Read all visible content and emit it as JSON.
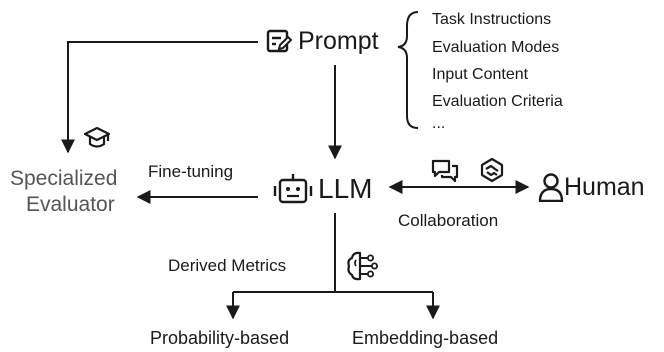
{
  "prompt": {
    "label": "Prompt",
    "icon": "edit-note-icon",
    "components": [
      "Task Instructions",
      "Evaluation Modes",
      "Input Content",
      "Evaluation Criteria",
      "..."
    ]
  },
  "llm": {
    "label": "LLM",
    "icon": "robot-icon"
  },
  "specialized_evaluator": {
    "line1": "Specialized",
    "line2": "Evaluator",
    "icon": "graduation-cap-icon"
  },
  "human": {
    "label": "Human",
    "icon": "person-icon"
  },
  "edges": {
    "fine_tuning": "Fine-tuning",
    "collaboration": "Collaboration",
    "derived_metrics": "Derived Metrics"
  },
  "collaboration_icons": [
    "chat-icon",
    "handshake-icon"
  ],
  "derived_metrics_icon": "brain-circuit-icon",
  "metrics": {
    "probability": "Probability-based",
    "embedding": "Embedding-based"
  },
  "colors": {
    "stroke": "#1a1a1a",
    "text": "#1a1a1a",
    "muted_text": "#555555"
  }
}
